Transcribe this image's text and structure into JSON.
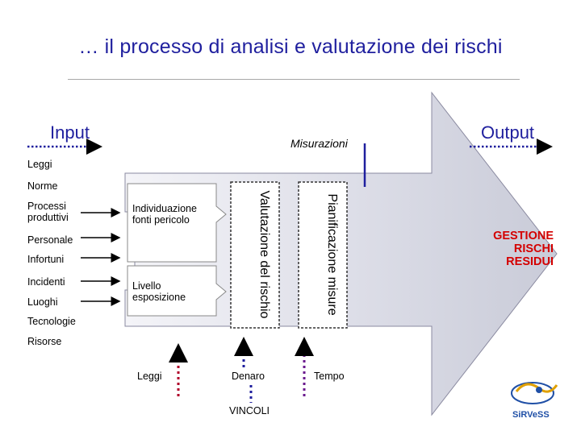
{
  "title": "… il  processo di analisi e valutazione dei rischi",
  "labels": {
    "input": "Input",
    "output": "Output",
    "measurements": "Misurazioni"
  },
  "inputs": {
    "leggi": "Leggi",
    "norme": "Norme",
    "processi": "Processi produttivi",
    "personale": "Personale",
    "infortuni": "Infortuni",
    "incidenti": "Incidenti",
    "luoghi": "Luoghi",
    "tecnologie": "Tecnologie",
    "risorse": "Risorse"
  },
  "process": {
    "individuazione": "Individuazione fonti pericolo",
    "livello": "Livello esposizione",
    "valutazione": "Valutazione del rischio",
    "pianificazione": "Pianificazione misure"
  },
  "output_text": "GESTIONE RISCHI RESIDUI",
  "constraints": {
    "leggi": "Leggi",
    "denaro": "Denaro",
    "tempo": "Tempo",
    "vincoli": "VINCOLI"
  },
  "logo": {
    "text": "SiRVeSS"
  },
  "colors": {
    "title": "#1f1f9e",
    "arrow_fill": "#d6d8e4",
    "output_text": "#d40000",
    "dotted_red": "#b0002a",
    "dotted_blue": "#1f1f9e",
    "dotted_purple": "#6a1a8e"
  }
}
